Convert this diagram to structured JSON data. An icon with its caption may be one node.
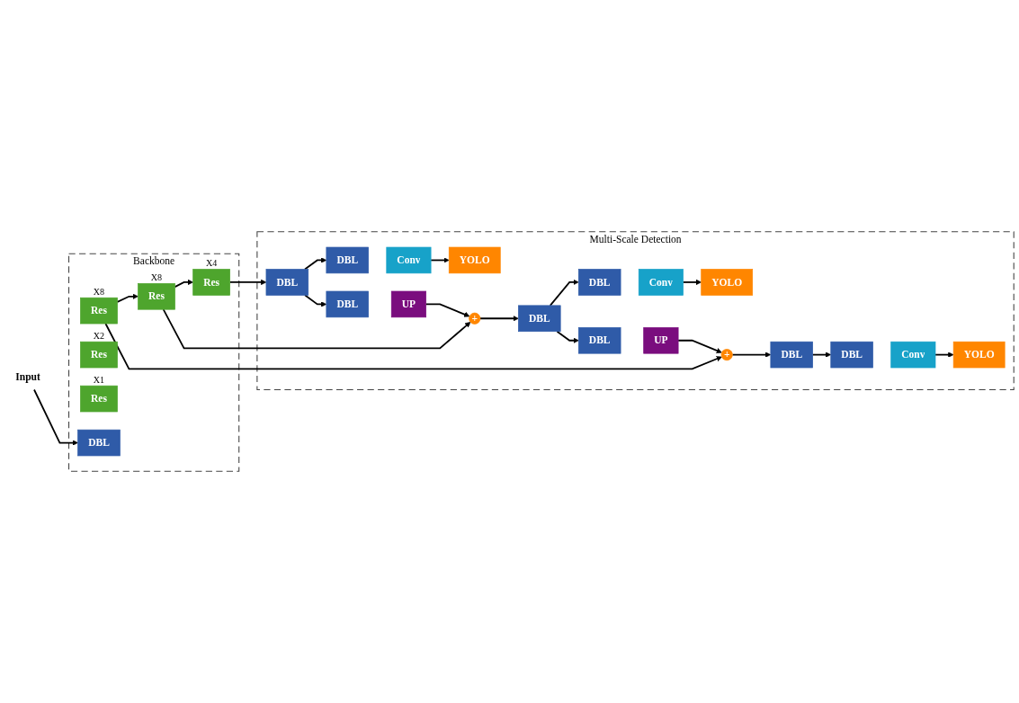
{
  "diagram": {
    "nodes": [
      {
        "text": [
          "Backbone"
        ]
      },
      {
        "text": [
          "Res"
        ],
        "in": 0,
        "beside": [
          "X4"
        ]
      },
      {
        "text": [
          "Res"
        ],
        "in": 0,
        "beside": [
          "X8"
        ]
      },
      {
        "text": [
          "Res"
        ],
        "in": 0,
        "beside": [
          "X8"
        ]
      },
      {
        "text": [
          "Res"
        ],
        "in": 0,
        "beside": [
          "X2"
        ]
      },
      {
        "text": [
          "Res"
        ],
        "in": 0,
        "beside": [
          "X1"
        ]
      },
      {
        "text": [
          "DBL"
        ],
        "in": 0
      },
      {
        "text": [
          "Input"
        ]
      },
      {
        "text": [
          "Multi-Scale Detection"
        ]
      },
      {
        "text": [
          "DBL"
        ],
        "in": 8
      },
      {
        "text": [
          "DBL"
        ],
        "in": 8
      },
      {
        "text": [
          "Conv"
        ],
        "in": 8
      },
      {
        "text": [
          "YOLO"
        ],
        "in": 8
      },
      {
        "text": [
          "DBL"
        ],
        "in": 8
      },
      {
        "text": [
          "UP"
        ],
        "in": 8
      },
      {
        "text": [
          "+"
        ],
        "in": 8
      },
      {
        "text": [
          "DBL"
        ],
        "in": 8
      },
      {
        "text": [
          "DBL"
        ],
        "in": 8
      },
      {
        "text": [
          "Conv"
        ],
        "in": 8
      },
      {
        "text": [
          "YOLO"
        ],
        "in": 8
      },
      {
        "text": [
          "DBL"
        ],
        "in": 8
      },
      {
        "text": [
          "UP"
        ],
        "in": 8
      },
      {
        "text": [
          "+"
        ],
        "in": 8
      },
      {
        "text": [
          "DBL"
        ],
        "in": 8
      },
      {
        "text": [
          "DBL"
        ],
        "in": 8
      },
      {
        "text": [
          "Conv"
        ],
        "in": 8
      },
      {
        "text": [
          "YOLO"
        ],
        "in": 8
      }
    ],
    "edges": [
      {
        "from": 7,
        "to": 6,
        "arrow": "to"
      },
      {
        "from": 3,
        "to": 2,
        "arrow": "to"
      },
      {
        "from": 2,
        "to": 1,
        "arrow": "to"
      },
      {
        "from": 1,
        "to": 9,
        "arrow": "to"
      },
      {
        "from": 9,
        "to": 10,
        "arrow": "to"
      },
      {
        "from": 9,
        "to": 13,
        "arrow": "to"
      },
      {
        "from": 11,
        "to": 12,
        "arrow": "to"
      },
      {
        "from": 14,
        "to": 15,
        "arrow": "to"
      },
      {
        "from": 2,
        "to": 15,
        "arrow": "to"
      },
      {
        "from": 15,
        "to": 16,
        "arrow": "to"
      },
      {
        "from": 16,
        "to": 17,
        "arrow": "to"
      },
      {
        "from": 16,
        "to": 20,
        "arrow": "to"
      },
      {
        "from": 18,
        "to": 19,
        "arrow": "to"
      },
      {
        "from": 21,
        "to": 22,
        "arrow": "to"
      },
      {
        "from": 3,
        "to": 22,
        "arrow": "to"
      },
      {
        "from": 22,
        "to": 23,
        "arrow": "to"
      },
      {
        "from": 23,
        "to": 24,
        "arrow": "to"
      },
      {
        "from": 25,
        "to": 26,
        "arrow": "to"
      }
    ]
  }
}
